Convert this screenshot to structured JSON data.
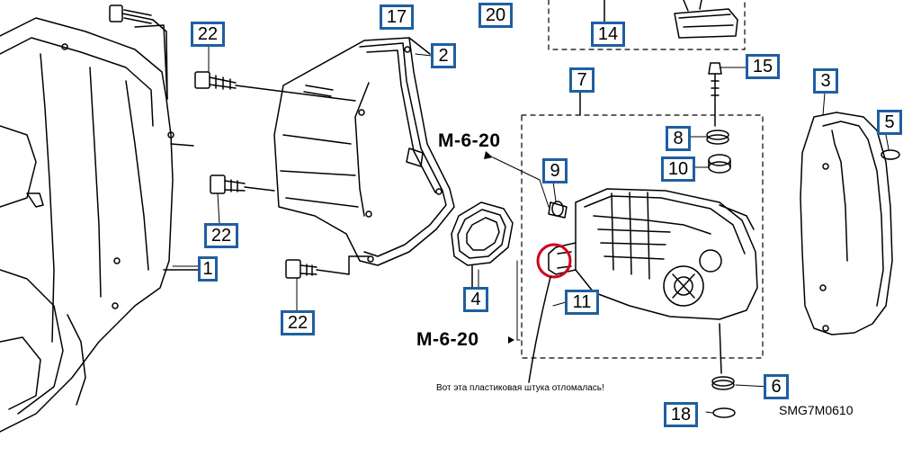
{
  "diagram": {
    "callouts": {
      "c1": "1",
      "c2": "2",
      "c3": "3",
      "c4": "4",
      "c5": "5",
      "c6": "6",
      "c7": "7",
      "c8": "8",
      "c9": "9",
      "c10": "10",
      "c11": "11",
      "c14": "14",
      "c15": "15",
      "c17": "17",
      "c18": "18",
      "c20": "20",
      "c22a": "22",
      "c22b": "22",
      "c22c": "22"
    },
    "spec_labels": {
      "top": "M-6-20",
      "bottom": "M-6-20"
    },
    "annotation": "Вот эта пластиковая штука отломалась!",
    "drawing_code": "SMG7M0610",
    "colors": {
      "callout_border": "#1f5fa0",
      "highlight_circle": "#d0021b",
      "line_art": "#000000"
    }
  }
}
